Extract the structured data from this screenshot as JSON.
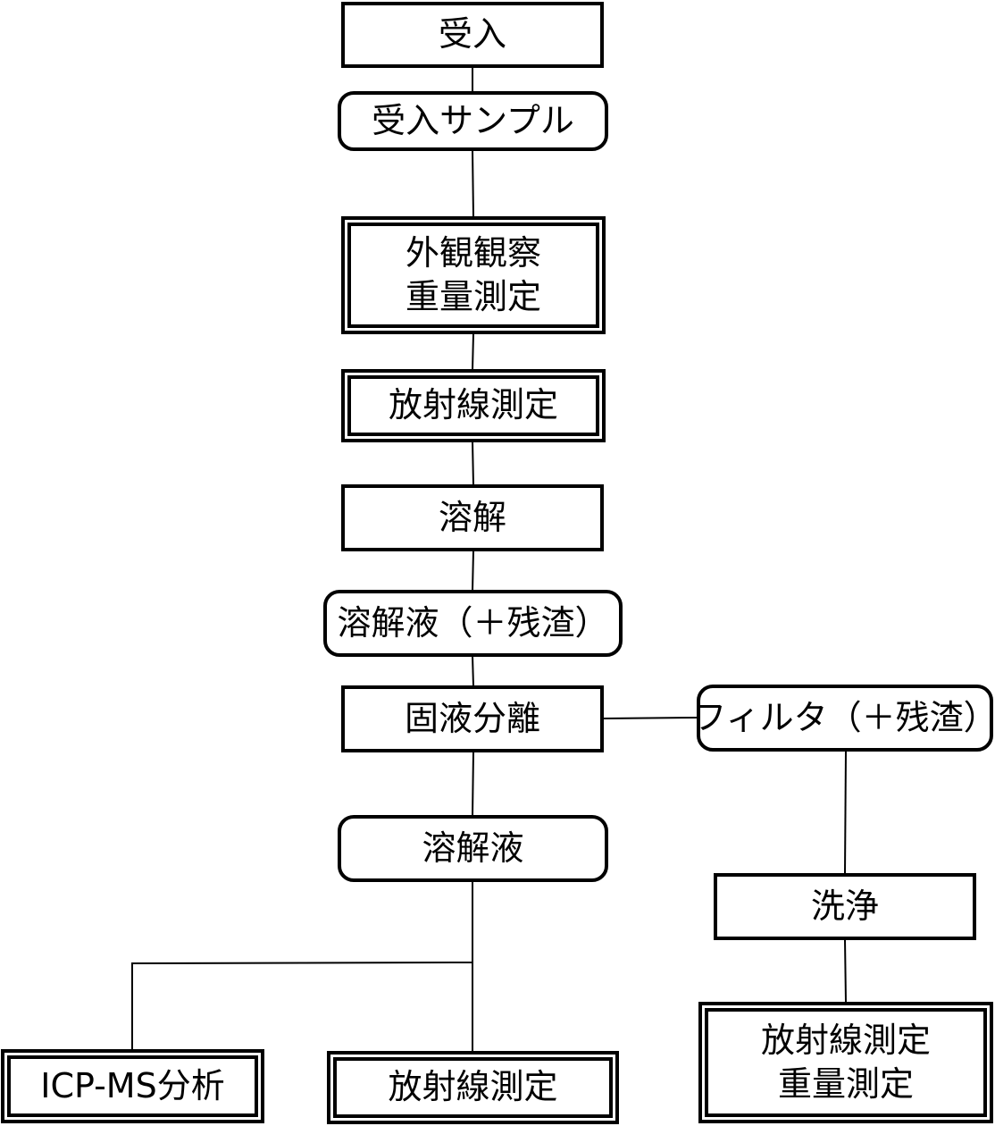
{
  "nodes": {
    "receiving": "受入",
    "received_sample": "受入サンプル",
    "inspection": {
      "line1": "外観観察",
      "line2": "重量測定"
    },
    "radiation_1": "放射線測定",
    "dissolution": "溶解",
    "solution_residue": "溶解液（＋残渣）",
    "separation": "固液分離",
    "filter_residue": "フィルタ（＋残渣）",
    "solution": "溶解液",
    "washing": "洗浄",
    "icpms": "ICP-MS分析",
    "radiation_2": "放射線測定",
    "final": {
      "line1": "放射線測定",
      "line2": "重量測定"
    }
  },
  "colors": {
    "stroke": "#000000",
    "background": "#ffffff"
  }
}
